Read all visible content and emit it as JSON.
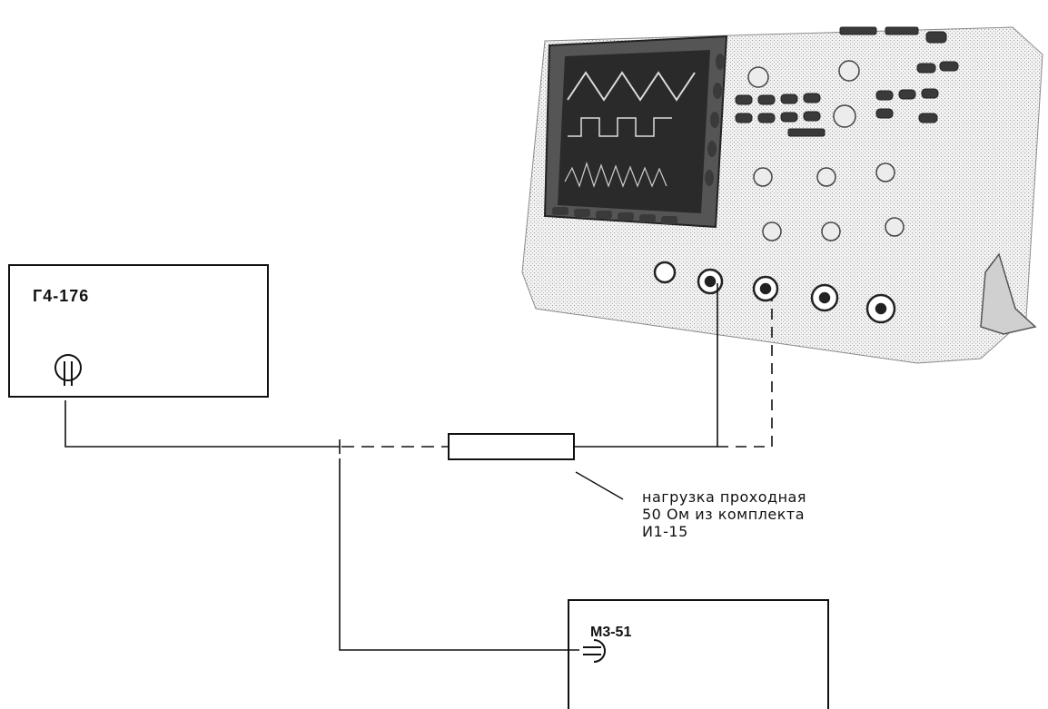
{
  "generator": {
    "label": "Г4-176"
  },
  "power_meter": {
    "label": "М3-51"
  },
  "load_note": {
    "lines": [
      "нагрузка проходная",
      "50 Ом из комплекта",
      "И1-15"
    ]
  },
  "colors": {
    "line": "#111111",
    "scope_body": "#e9e9e9",
    "screen": "#2a2a2a"
  },
  "icons": {
    "generator_output": "rf-output-connector-icon",
    "meter_input": "rf-input-connector-icon"
  }
}
